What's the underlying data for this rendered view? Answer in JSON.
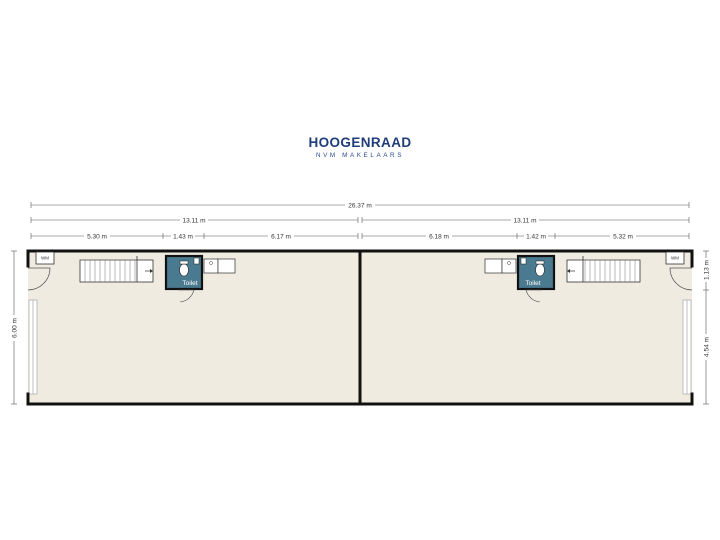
{
  "brand": {
    "name": "HOOGENRAAD",
    "subtitle": "NVM MAKELAARS"
  },
  "dimensions": {
    "total": "26.37 m",
    "left_unit": "13.11 m",
    "right_unit": "13.11 m",
    "left_segments": [
      "5.30 m",
      "1.43 m",
      "6.17 m"
    ],
    "right_segments": [
      "6.18 m",
      "1.42 m",
      "5.32 m"
    ],
    "left_depth": "6.00 m",
    "right_depth_top": "1.13 m",
    "right_depth_bottom": "4.54 m"
  },
  "rooms": {
    "left_toilet": "Toilet",
    "right_toilet": "Toilet"
  },
  "appliance_labels": {
    "left": "WM",
    "right": "WM"
  },
  "colors": {
    "floor": "#efebe1",
    "wall": "#111111",
    "toilet": "#4a7a8f",
    "brand": "#1f3d7a"
  }
}
